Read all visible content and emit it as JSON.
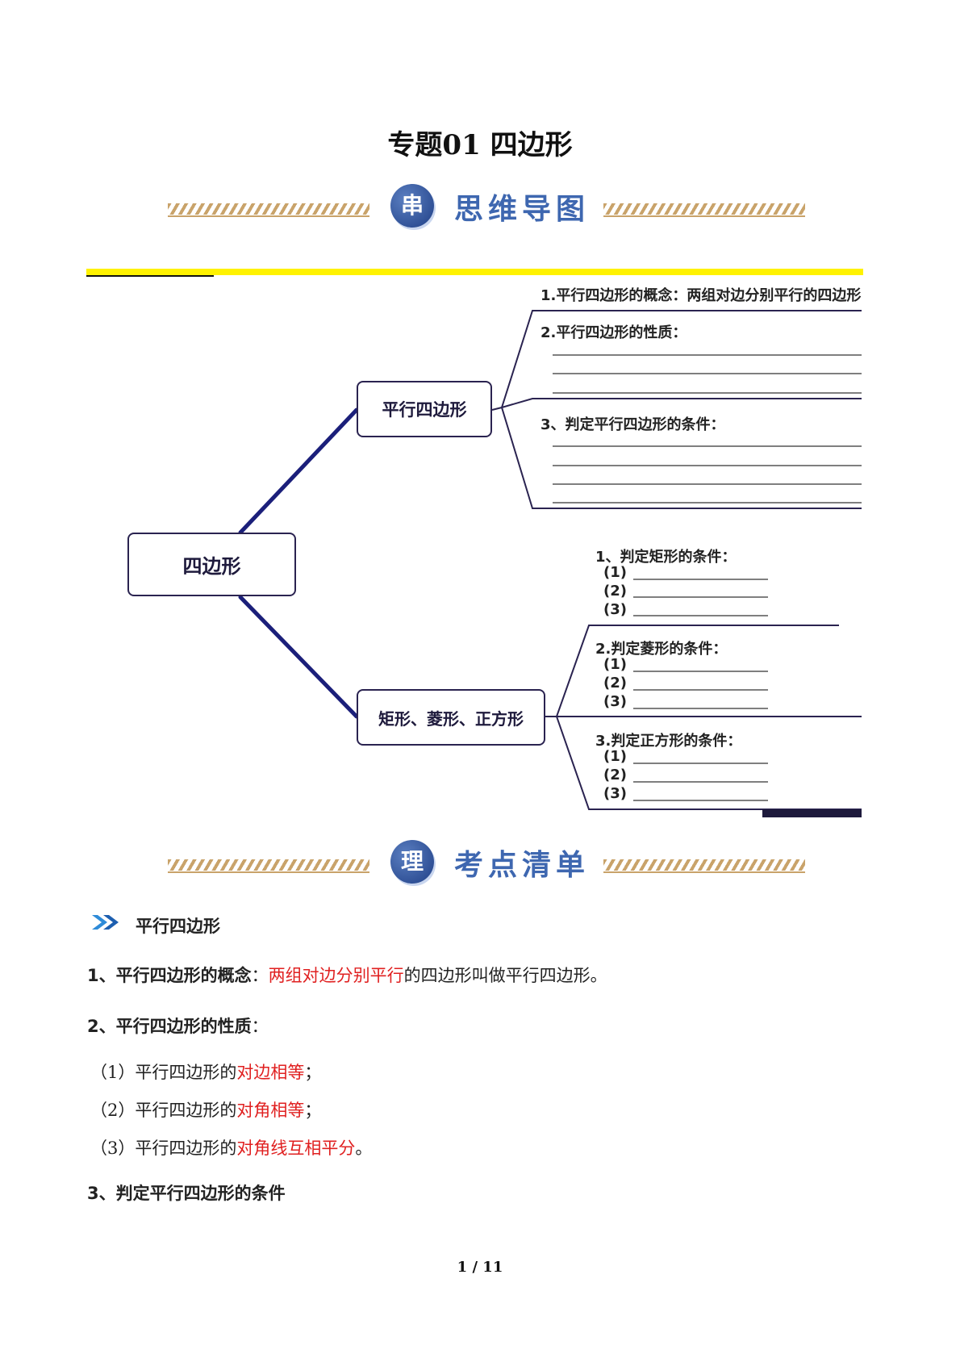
{
  "title": "专题01  四边形",
  "banner1": {
    "badge": "串",
    "text": "思维导图"
  },
  "banner2": {
    "badge": "理",
    "text": "考点清单"
  },
  "mindmap": {
    "root": "四边形",
    "branch1": "平行四边形",
    "branch2": "矩形、菱形、正方形",
    "b1_item1": "1.平行四边形的概念：两组对边分别平行的四边形",
    "b1_item2": "2.平行四边形的性质：",
    "b1_item3": "3、判定平行四边形的条件：",
    "b2_item1": "1、判定矩形的条件：",
    "b2_item2": "2.判定菱形的条件：",
    "b2_item3": "3.判定正方形的条件：",
    "n1": "(1)",
    "n2": "(2)",
    "n3": "(3)"
  },
  "content": {
    "section_title": "平行四边形",
    "p1_label": "1、平行四边形的概念",
    "p1_colon": "：",
    "p1_red": "两组对边分别平行",
    "p1_rest": "的四边形叫做平行四边形。",
    "p2_label": "2、平行四边形的性质",
    "p2_colon": "：",
    "l1_prefix": "（1）平行四边形的",
    "l1_red": "对边相等",
    "l1_end": "；",
    "l2_prefix": "（2）平行四边形的",
    "l2_red": "对角相等",
    "l2_end": "；",
    "l3_prefix": "（3）平行四边形的",
    "l3_red": "对角线互相平分",
    "l3_end": "。",
    "p3_label": "3、判定平行四边形的条件"
  },
  "footer": "1 / 11",
  "colors": {
    "accent_red": "#e02020",
    "banner_blue": "#3e67b0",
    "highlight_yellow": "#fff200"
  }
}
